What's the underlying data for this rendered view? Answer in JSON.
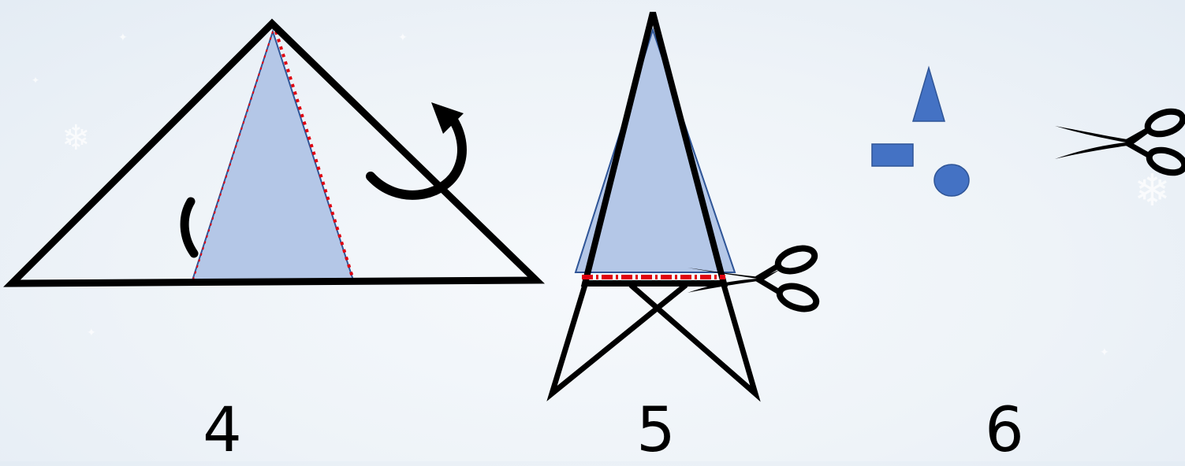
{
  "steps": [
    {
      "number": "4"
    },
    {
      "number": "5"
    },
    {
      "number": "6"
    }
  ],
  "colors": {
    "background": "#eef3f8",
    "outline": "#000000",
    "paper_fill": "#b4c7e7",
    "paper_stroke": "#2f5597",
    "cut_line": "#e0000f",
    "shape_fill": "#4472c4"
  },
  "icons": {
    "scissors": "scissors-icon",
    "fold_arrow": "curved-fold-arrow-icon",
    "snowflake": "snowflake-icon"
  }
}
